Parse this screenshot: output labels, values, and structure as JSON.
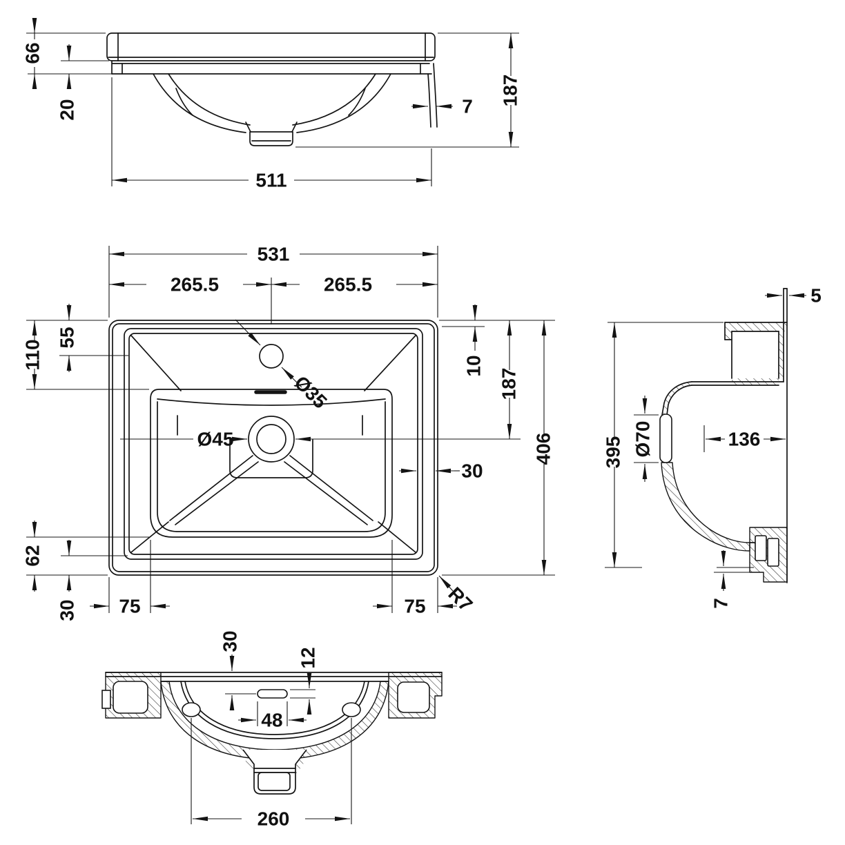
{
  "colors": {
    "background": "#ffffff",
    "line": "#141414",
    "text": "#111111"
  },
  "front": {
    "d66": "66",
    "d20": "20",
    "d7": "7",
    "d187": "187",
    "d511": "511"
  },
  "plan": {
    "d531": "531",
    "d265l": "265.5",
    "d265r": "265.5",
    "d110": "110",
    "d55": "55",
    "d35": "Ø35",
    "d45": "Ø45",
    "d10": "10",
    "d187": "187",
    "d406": "406",
    "d30r": "30",
    "d62": "62",
    "d30b": "30",
    "d75l": "75",
    "d75r": "75",
    "r7": "R7"
  },
  "side": {
    "d5": "5",
    "d395": "395",
    "d70": "Ø70",
    "d136": "136",
    "d7": "7"
  },
  "bottom": {
    "d30": "30",
    "d12": "12",
    "d48": "48",
    "d260": "260"
  }
}
